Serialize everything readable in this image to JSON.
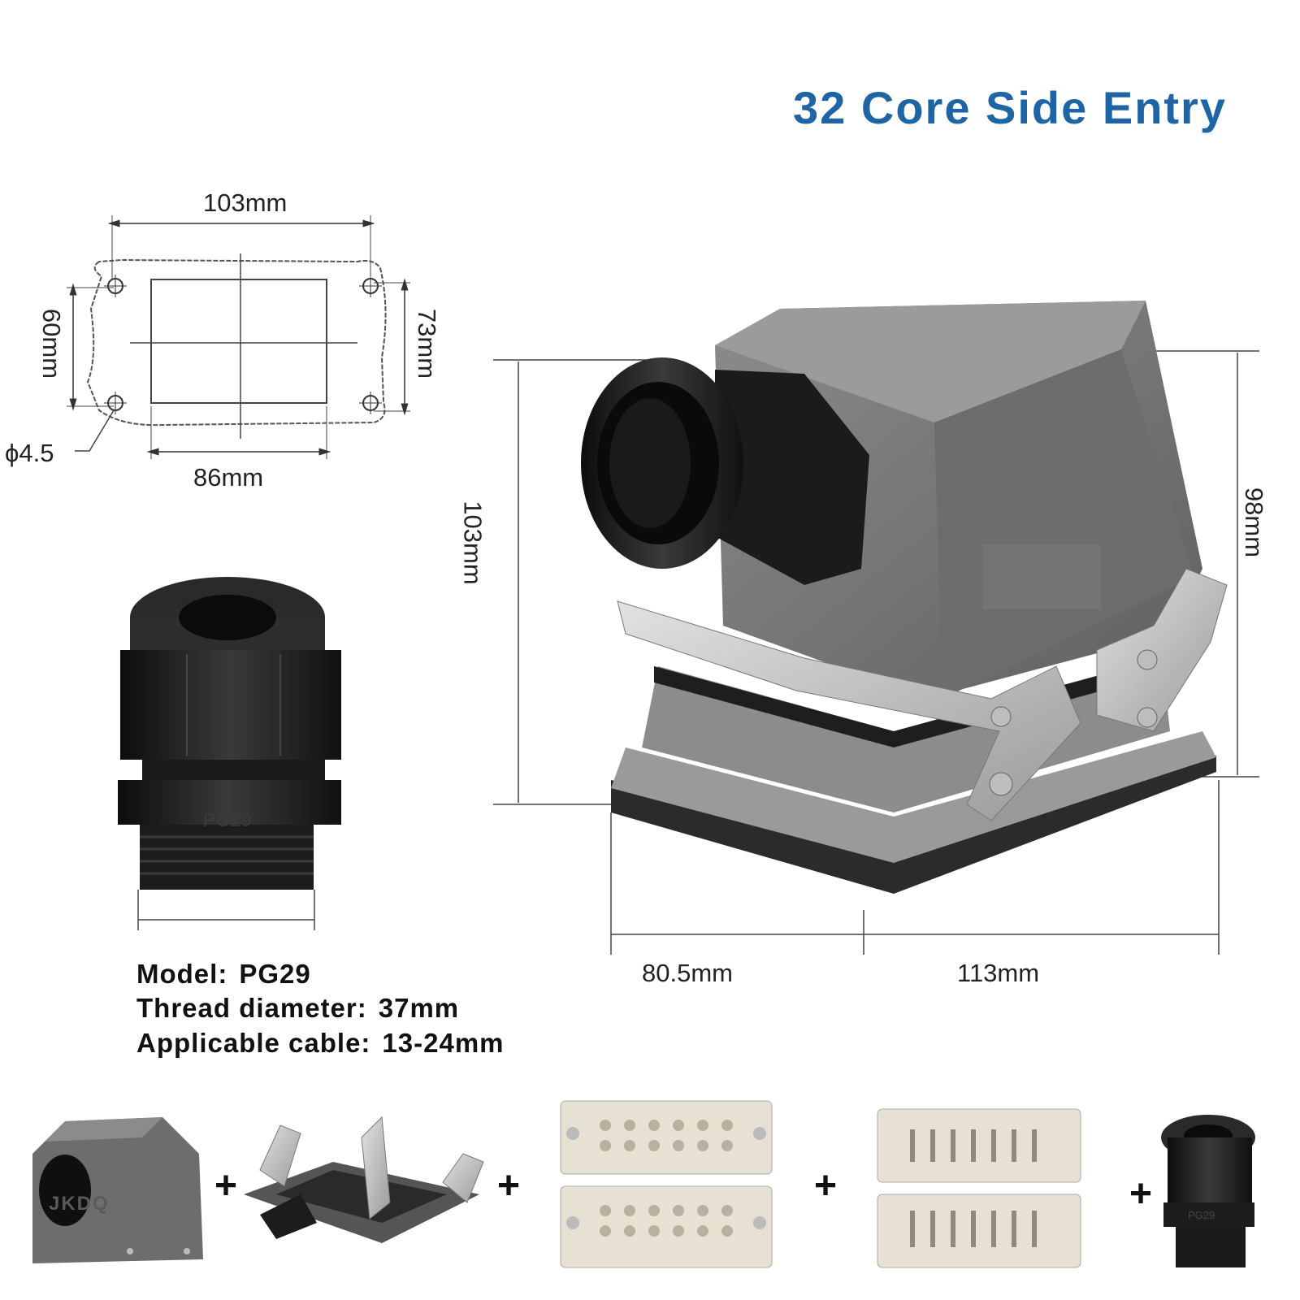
{
  "title": "32 Core Side Entry",
  "panel_cutout": {
    "width_label": "103mm",
    "inner_width_label": "86mm",
    "height_label": "60mm",
    "outer_height_label": "73mm",
    "hole_label": "ϕ4.5"
  },
  "housing": {
    "height_left_label": "103mm",
    "height_right_label": "98mm",
    "depth_label": "80.5mm",
    "width_label": "113mm"
  },
  "gland": {
    "marking": "PG29",
    "specs": [
      {
        "label": "Model:",
        "value": "PG29"
      },
      {
        "label": "Thread diameter:",
        "value": "37mm"
      },
      {
        "label": "Applicable cable:",
        "value": "13-24mm"
      }
    ]
  },
  "components": {
    "plus_symbol": "+",
    "hood_marking": "JKDQ",
    "items": [
      "hood-icon",
      "base-with-lever-icon",
      "female-insert-icon",
      "male-insert-icon",
      "cable-gland-icon"
    ]
  },
  "colors": {
    "title": "#1f64a3",
    "housing_grey": "#7a7a7a",
    "gland_black": "#1c1c1c",
    "insert_beige": "#e6e1d3"
  }
}
